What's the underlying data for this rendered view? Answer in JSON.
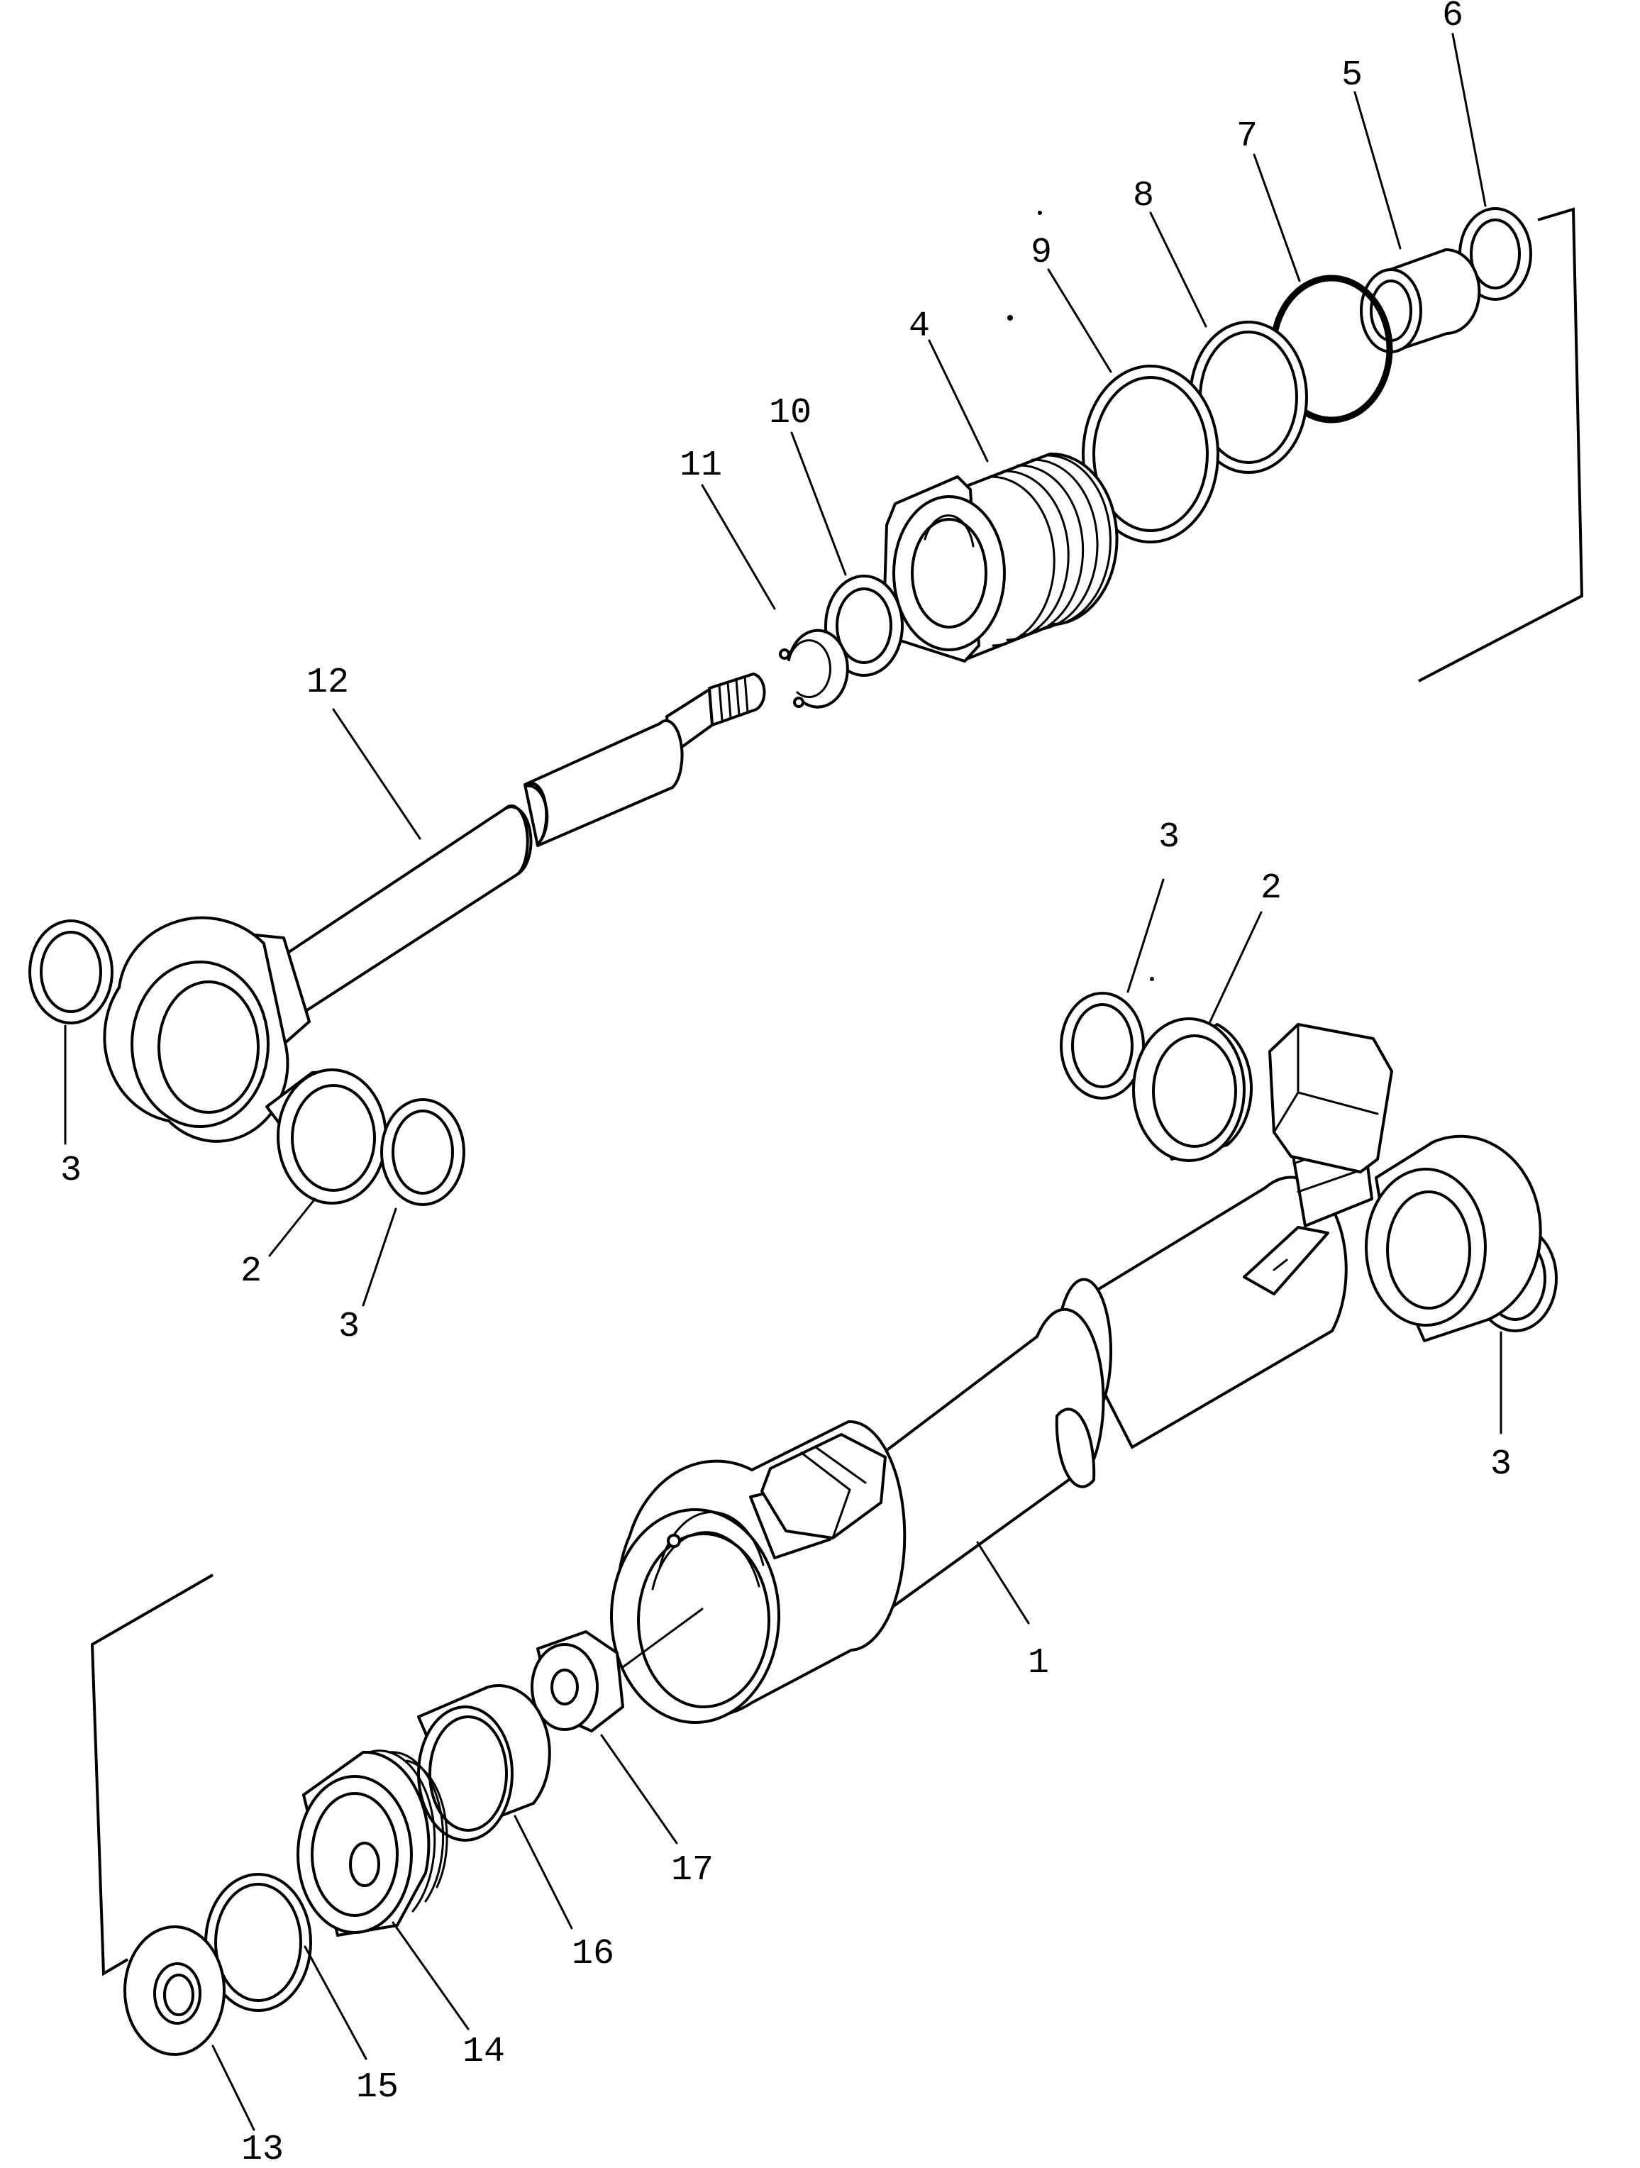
{
  "labels": {
    "l1": "1",
    "l2a": "2",
    "l2b": "2",
    "l3a": "3",
    "l3b": "3",
    "l3c": "3",
    "l3d": "3",
    "l4": "4",
    "l5": "5",
    "l6": "6",
    "l7": "7",
    "l8": "8",
    "l9": "9",
    "l10": "10",
    "l11": "11",
    "l12": "12",
    "l13": "13",
    "l14": "14",
    "l15": "15",
    "l16": "16",
    "l17": "17"
  }
}
